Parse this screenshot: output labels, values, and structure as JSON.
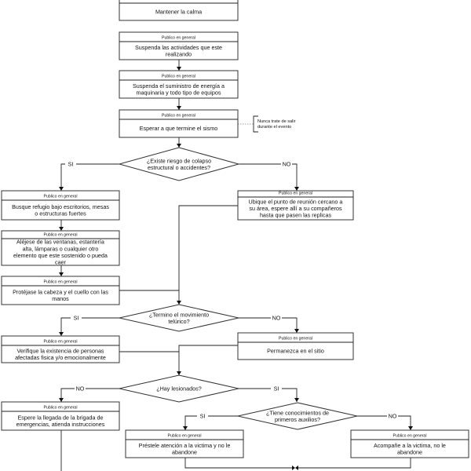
{
  "header": "Publico en general",
  "steps": {
    "calma": [
      "Mantener la calma"
    ],
    "suspenda_act": [
      "Suspenda las actividades que este",
      "realizando"
    ],
    "suspenda_energia": [
      "Suspenda el suministro de energía a",
      "maquinaria y todo tipo de equipos"
    ],
    "esperar": [
      "Esperar a que termine el sismo"
    ],
    "refugio": [
      "Busque refugio bajo escritorios, mesas",
      "o estructuras fuertes"
    ],
    "alejese": [
      "Aléjese de las ventanas, estantería",
      "alta, lámparas o cualquier otro",
      "elemento que este sostenido o pueda",
      "caer"
    ],
    "protejase": [
      "Protéjase la cabeza y el cuello con las",
      "manos"
    ],
    "punto_reunion": [
      "Ubique el punto de reunión cercano a",
      "su área, espere allí a su compañeros",
      "hasta que pasen las replicas"
    ],
    "verifique": [
      "Verifique la existencia de personas",
      "afectadas fisica y/o emocionalmente"
    ],
    "permanezca": [
      "Permanezca en el sitio"
    ],
    "espere_brigada": [
      "Espere la llegada de la brigada de",
      "emergencias, atienda instrucciones"
    ],
    "prestele": [
      "Préstele atención a la victima y no le",
      "abandone"
    ],
    "acompane": [
      "Acompañe a la victima, no le",
      "abandone"
    ]
  },
  "note": [
    "Nunca trate de salir",
    "durante el evento"
  ],
  "decisions": {
    "colapso": [
      "¿Existe riesgo de colapso",
      "estructural o accidentes?"
    ],
    "termino": [
      "¿Termino el movimiento",
      "telúrico?"
    ],
    "lesionados": [
      "¿Hay lesionados?"
    ],
    "conocimientos": [
      "¿Tiene conocimientos de",
      "primeros auxilios?"
    ]
  },
  "labels": {
    "yes": "SI",
    "no": "NO"
  }
}
